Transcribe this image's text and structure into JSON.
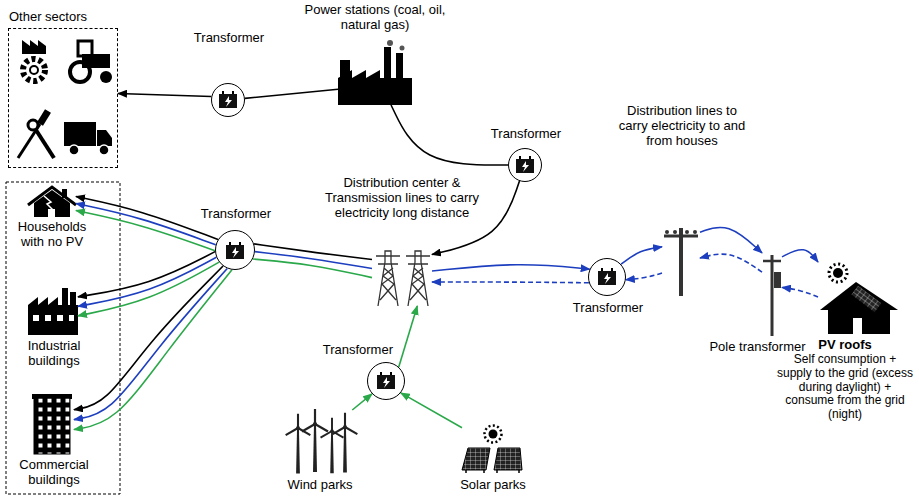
{
  "diagram": {
    "nodes": [
      {
        "text": [
          "Power stations (coal, oil, natural gas)"
        ]
      },
      {
        "text": [
          "Other sectors"
        ]
      },
      {
        "text": [
          "Transformer"
        ]
      },
      {
        "text": [
          "Transformer"
        ]
      },
      {
        "text": [
          "Distribution lines to carry electricity to and from houses"
        ]
      },
      {
        "text": [
          "Transformer"
        ]
      },
      {
        "text": [
          "Distribution center & Transmission lines to carry electricity long distance"
        ]
      },
      {
        "text": [
          "Households with no PV"
        ]
      },
      {
        "text": [
          "Transformer"
        ]
      },
      {
        "text": [
          "Pole transformer"
        ]
      },
      {
        "text": [
          "PV roofs",
          "Self consumption + supply to the grid (excess during daylight) + consume from the grid (night)"
        ]
      },
      {
        "text": [
          "Industrial buildings"
        ]
      },
      {
        "text": [
          "Transformer"
        ]
      },
      {
        "text": [
          "Commercial buildings"
        ]
      },
      {
        "text": [
          "Wind parks"
        ]
      },
      {
        "text": [
          "Solar parks"
        ]
      }
    ],
    "edges": [
      {
        "from": 0,
        "to": 2,
        "arrow": "none"
      },
      {
        "from": 2,
        "to": 1,
        "arrow": "to"
      },
      {
        "from": 0,
        "to": 3,
        "arrow": "none"
      },
      {
        "from": 3,
        "to": 6,
        "arrow": "to"
      },
      {
        "from": 6,
        "to": 5,
        "arrow": "none"
      },
      {
        "from": 6,
        "to": 5,
        "arrow": "none"
      },
      {
        "from": 6,
        "to": 5,
        "arrow": "none"
      },
      {
        "from": 5,
        "to": 7,
        "arrow": "to"
      },
      {
        "from": 5,
        "to": 7,
        "arrow": "to"
      },
      {
        "from": 5,
        "to": 7,
        "arrow": "to"
      },
      {
        "from": 5,
        "to": 11,
        "arrow": "to"
      },
      {
        "from": 5,
        "to": 11,
        "arrow": "to"
      },
      {
        "from": 5,
        "to": 11,
        "arrow": "to"
      },
      {
        "from": 5,
        "to": 13,
        "arrow": "to"
      },
      {
        "from": 5,
        "to": 13,
        "arrow": "to"
      },
      {
        "from": 5,
        "to": 13,
        "arrow": "to"
      },
      {
        "from": 12,
        "to": 6,
        "arrow": "to"
      },
      {
        "from": 14,
        "to": 12,
        "arrow": "to"
      },
      {
        "from": 15,
        "to": 12,
        "arrow": "to"
      },
      {
        "from": 6,
        "to": 8,
        "arrow": "to"
      },
      {
        "from": 8,
        "to": 6,
        "arrow": "to"
      },
      {
        "from": 8,
        "to": 4,
        "arrow": "to"
      },
      {
        "from": 4,
        "to": 8,
        "arrow": "to"
      },
      {
        "from": 4,
        "to": 9,
        "arrow": "to"
      },
      {
        "from": 9,
        "to": 4,
        "arrow": "to"
      },
      {
        "from": 9,
        "to": 10,
        "arrow": "to"
      },
      {
        "from": 10,
        "to": 9,
        "arrow": "to"
      }
    ]
  }
}
